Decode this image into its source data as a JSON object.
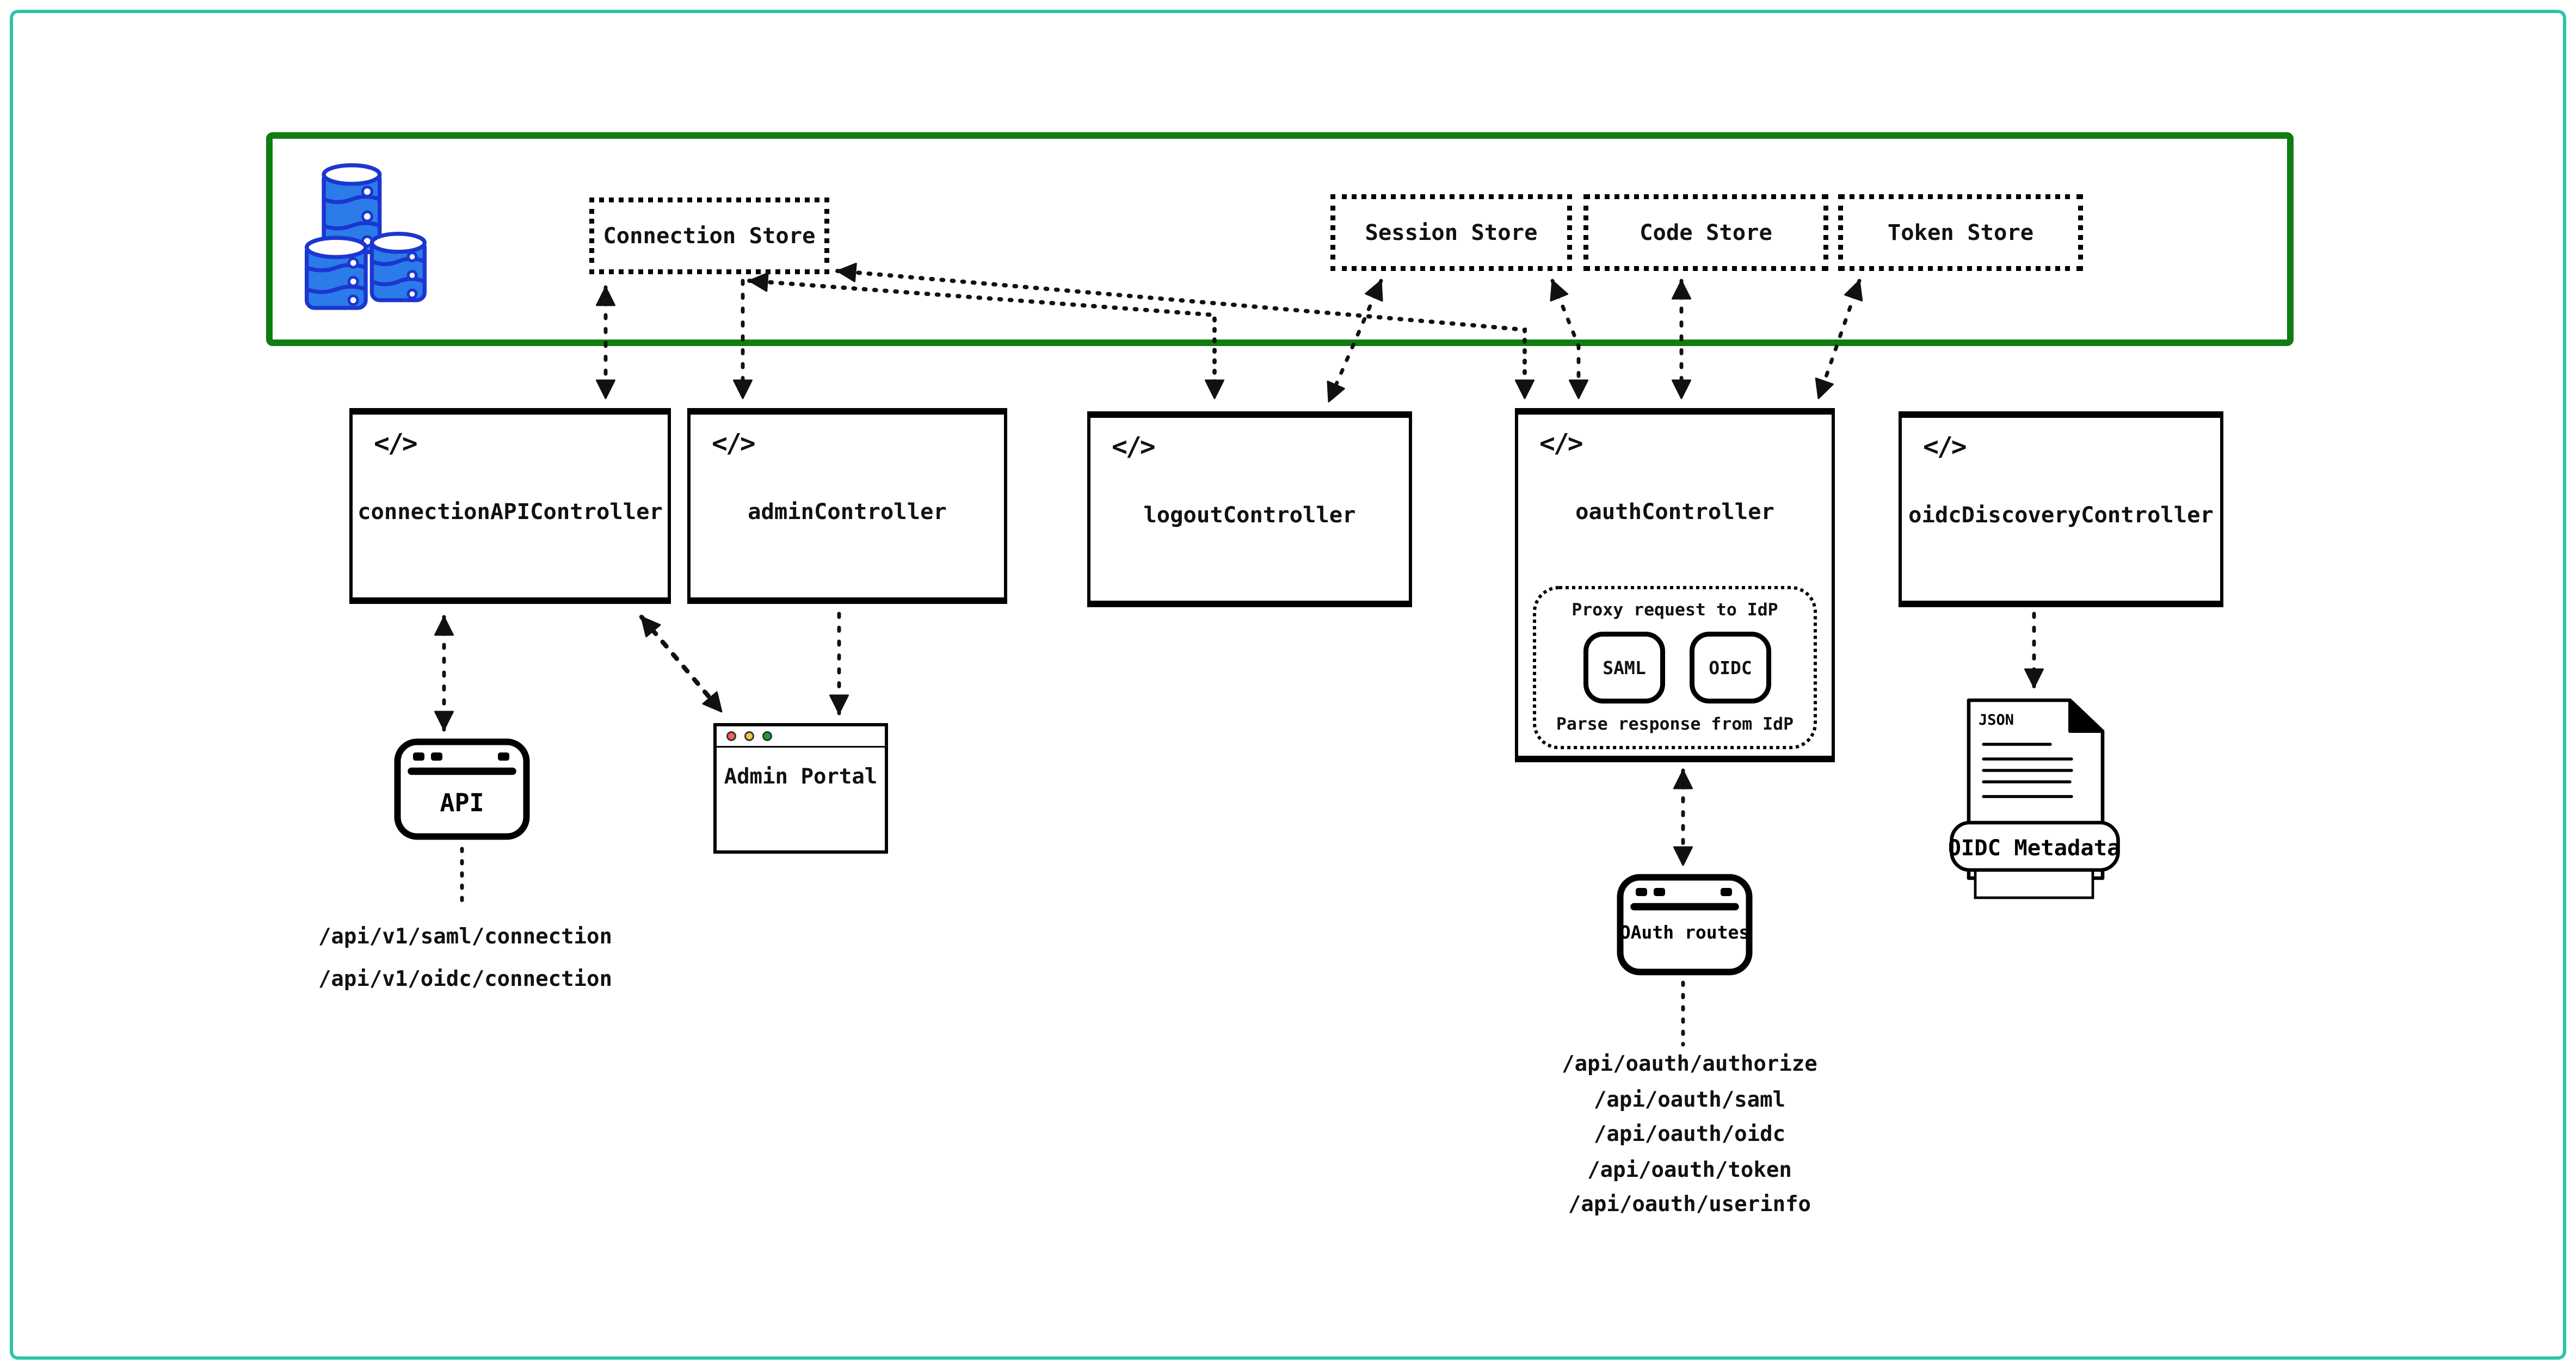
{
  "page": {
    "frame_color": "#2cc4a9",
    "store_zone_border_color": "#0f7d10",
    "database_icon_fill": "#2b7ce9",
    "database_icon_stroke": "#1b36d1"
  },
  "stores": [
    {
      "label": "Connection Store"
    },
    {
      "label": "Session Store"
    },
    {
      "label": "Code Store"
    },
    {
      "label": "Token Store"
    }
  ],
  "code_icon_glyph": "</>",
  "controllers": [
    {
      "label": "connectionAPIController"
    },
    {
      "label": "adminController"
    },
    {
      "label": "logoutController"
    },
    {
      "label": "oauthController",
      "idp_proxy": {
        "top_label": "Proxy request to IdP",
        "bottom_label": "Parse response from IdP",
        "protocols": [
          "SAML",
          "OIDC"
        ]
      }
    },
    {
      "label": "oidcDiscoveryController"
    }
  ],
  "clients": {
    "api_app": {
      "label": "API"
    },
    "admin_portal": {
      "label": "Admin Portal",
      "traffic_lights": [
        "#f4605c",
        "#f6c24d",
        "#1d9e33"
      ]
    },
    "oauth_routes": {
      "label": "OAuth routes"
    },
    "oidc_metadata": {
      "file_type": "JSON",
      "label": "OIDC Metadata"
    }
  },
  "endpoints": {
    "connection_api": [
      "/api/v1/saml/connection",
      "/api/v1/oidc/connection"
    ],
    "oauth": [
      "/api/oauth/authorize",
      "/api/oauth/saml",
      "/api/oauth/oidc",
      "/api/oauth/token",
      "/api/oauth/userinfo"
    ]
  }
}
